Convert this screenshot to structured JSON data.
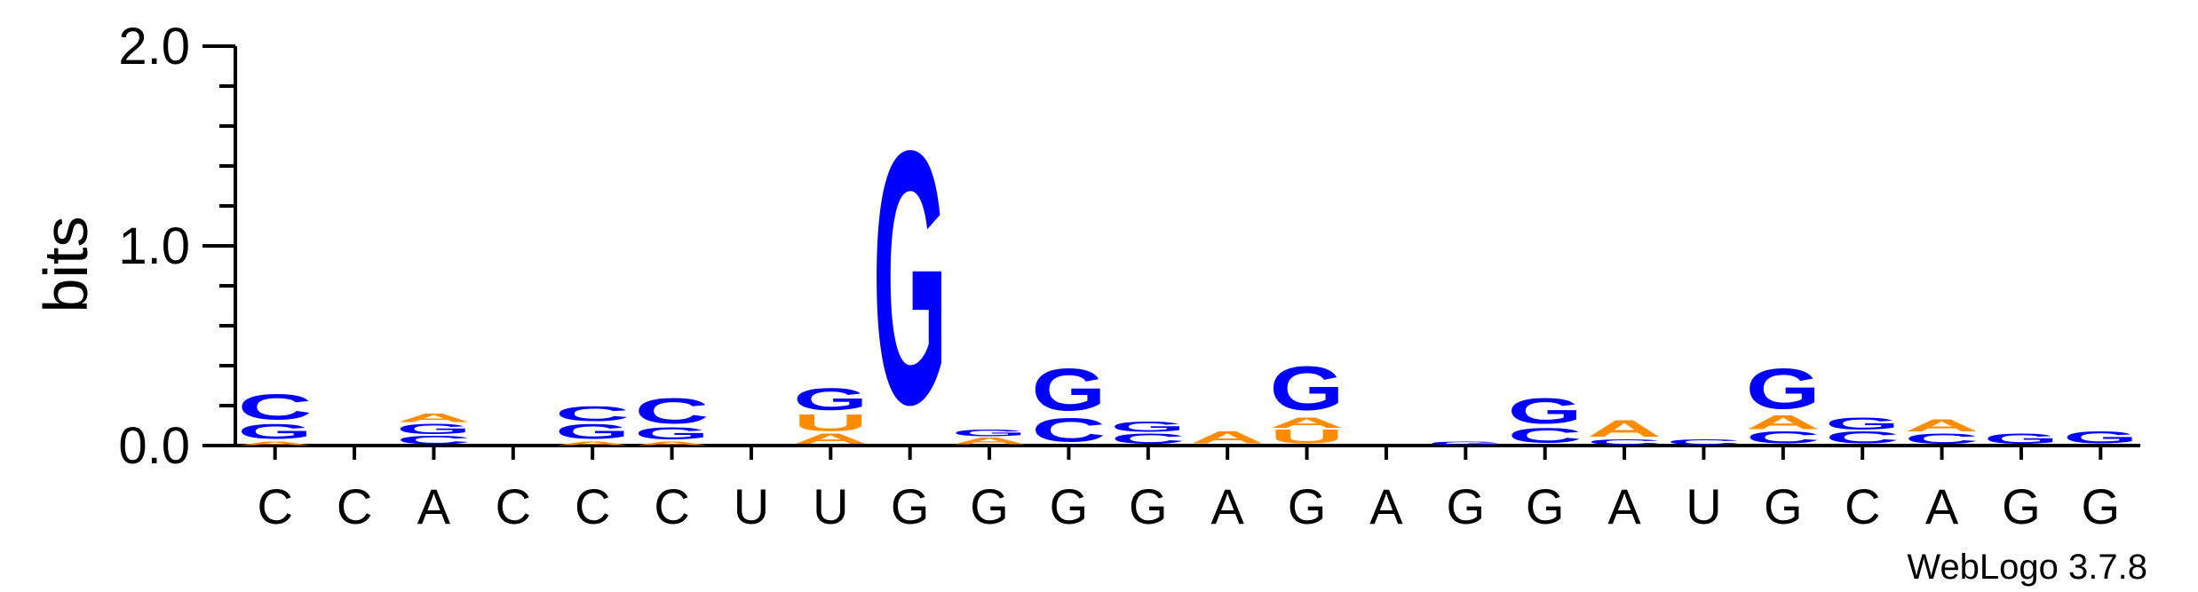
{
  "chart_data": {
    "type": "sequence-logo",
    "ylabel": "bits",
    "ylim": [
      0,
      2.0
    ],
    "yticks": [
      "0.0",
      "1.0",
      "2.0"
    ],
    "positions": [
      "C",
      "C",
      "A",
      "C",
      "C",
      "C",
      "U",
      "U",
      "G",
      "G",
      "G",
      "G",
      "A",
      "G",
      "A",
      "G",
      "G",
      "A",
      "U",
      "G",
      "C",
      "A",
      "G",
      "G"
    ],
    "colors": {
      "A": "#ff8c00",
      "U": "#ff8c00",
      "G": "#0000ff",
      "C": "#0000ff"
    },
    "stacks": [
      [
        {
          "letter": "A",
          "bits": 0.02
        },
        {
          "letter": "G",
          "bits": 0.09
        },
        {
          "letter": "C",
          "bits": 0.15
        }
      ],
      [],
      [
        {
          "letter": "C",
          "bits": 0.05
        },
        {
          "letter": "G",
          "bits": 0.06
        },
        {
          "letter": "A",
          "bits": 0.05
        }
      ],
      [],
      [
        {
          "letter": "A",
          "bits": 0.02
        },
        {
          "letter": "G",
          "bits": 0.09
        },
        {
          "letter": "C",
          "bits": 0.09
        }
      ],
      [
        {
          "letter": "A",
          "bits": 0.02
        },
        {
          "letter": "G",
          "bits": 0.07
        },
        {
          "letter": "C",
          "bits": 0.15
        }
      ],
      [],
      [
        {
          "letter": "A",
          "bits": 0.06
        },
        {
          "letter": "U",
          "bits": 0.1
        },
        {
          "letter": "G",
          "bits": 0.13
        }
      ],
      [
        {
          "letter": "G",
          "bits": 1.5
        }
      ],
      [
        {
          "letter": "A",
          "bits": 0.04
        },
        {
          "letter": "G",
          "bits": 0.04
        }
      ],
      [
        {
          "letter": "C",
          "bits": 0.14
        },
        {
          "letter": "G",
          "bits": 0.25
        }
      ],
      [
        {
          "letter": "C",
          "bits": 0.06
        },
        {
          "letter": "G",
          "bits": 0.06
        }
      ],
      [
        {
          "letter": "A",
          "bits": 0.07
        }
      ],
      [
        {
          "letter": "U",
          "bits": 0.08
        },
        {
          "letter": "A",
          "bits": 0.06
        },
        {
          "letter": "G",
          "bits": 0.26
        }
      ],
      [],
      [
        {
          "letter": "G",
          "bits": 0.02
        }
      ],
      [
        {
          "letter": "C",
          "bits": 0.09
        },
        {
          "letter": "G",
          "bits": 0.15
        }
      ],
      [
        {
          "letter": "C",
          "bits": 0.03
        },
        {
          "letter": "A",
          "bits": 0.1
        }
      ],
      [
        {
          "letter": "C",
          "bits": 0.03
        }
      ],
      [
        {
          "letter": "C",
          "bits": 0.07
        },
        {
          "letter": "A",
          "bits": 0.08
        },
        {
          "letter": "G",
          "bits": 0.24
        }
      ],
      [
        {
          "letter": "C",
          "bits": 0.07
        },
        {
          "letter": "G",
          "bits": 0.07
        }
      ],
      [
        {
          "letter": "C",
          "bits": 0.06
        },
        {
          "letter": "A",
          "bits": 0.07
        }
      ],
      [
        {
          "letter": "G",
          "bits": 0.06
        }
      ],
      [
        {
          "letter": "G",
          "bits": 0.07
        }
      ]
    ]
  },
  "credit": "WebLogo 3.7.8"
}
